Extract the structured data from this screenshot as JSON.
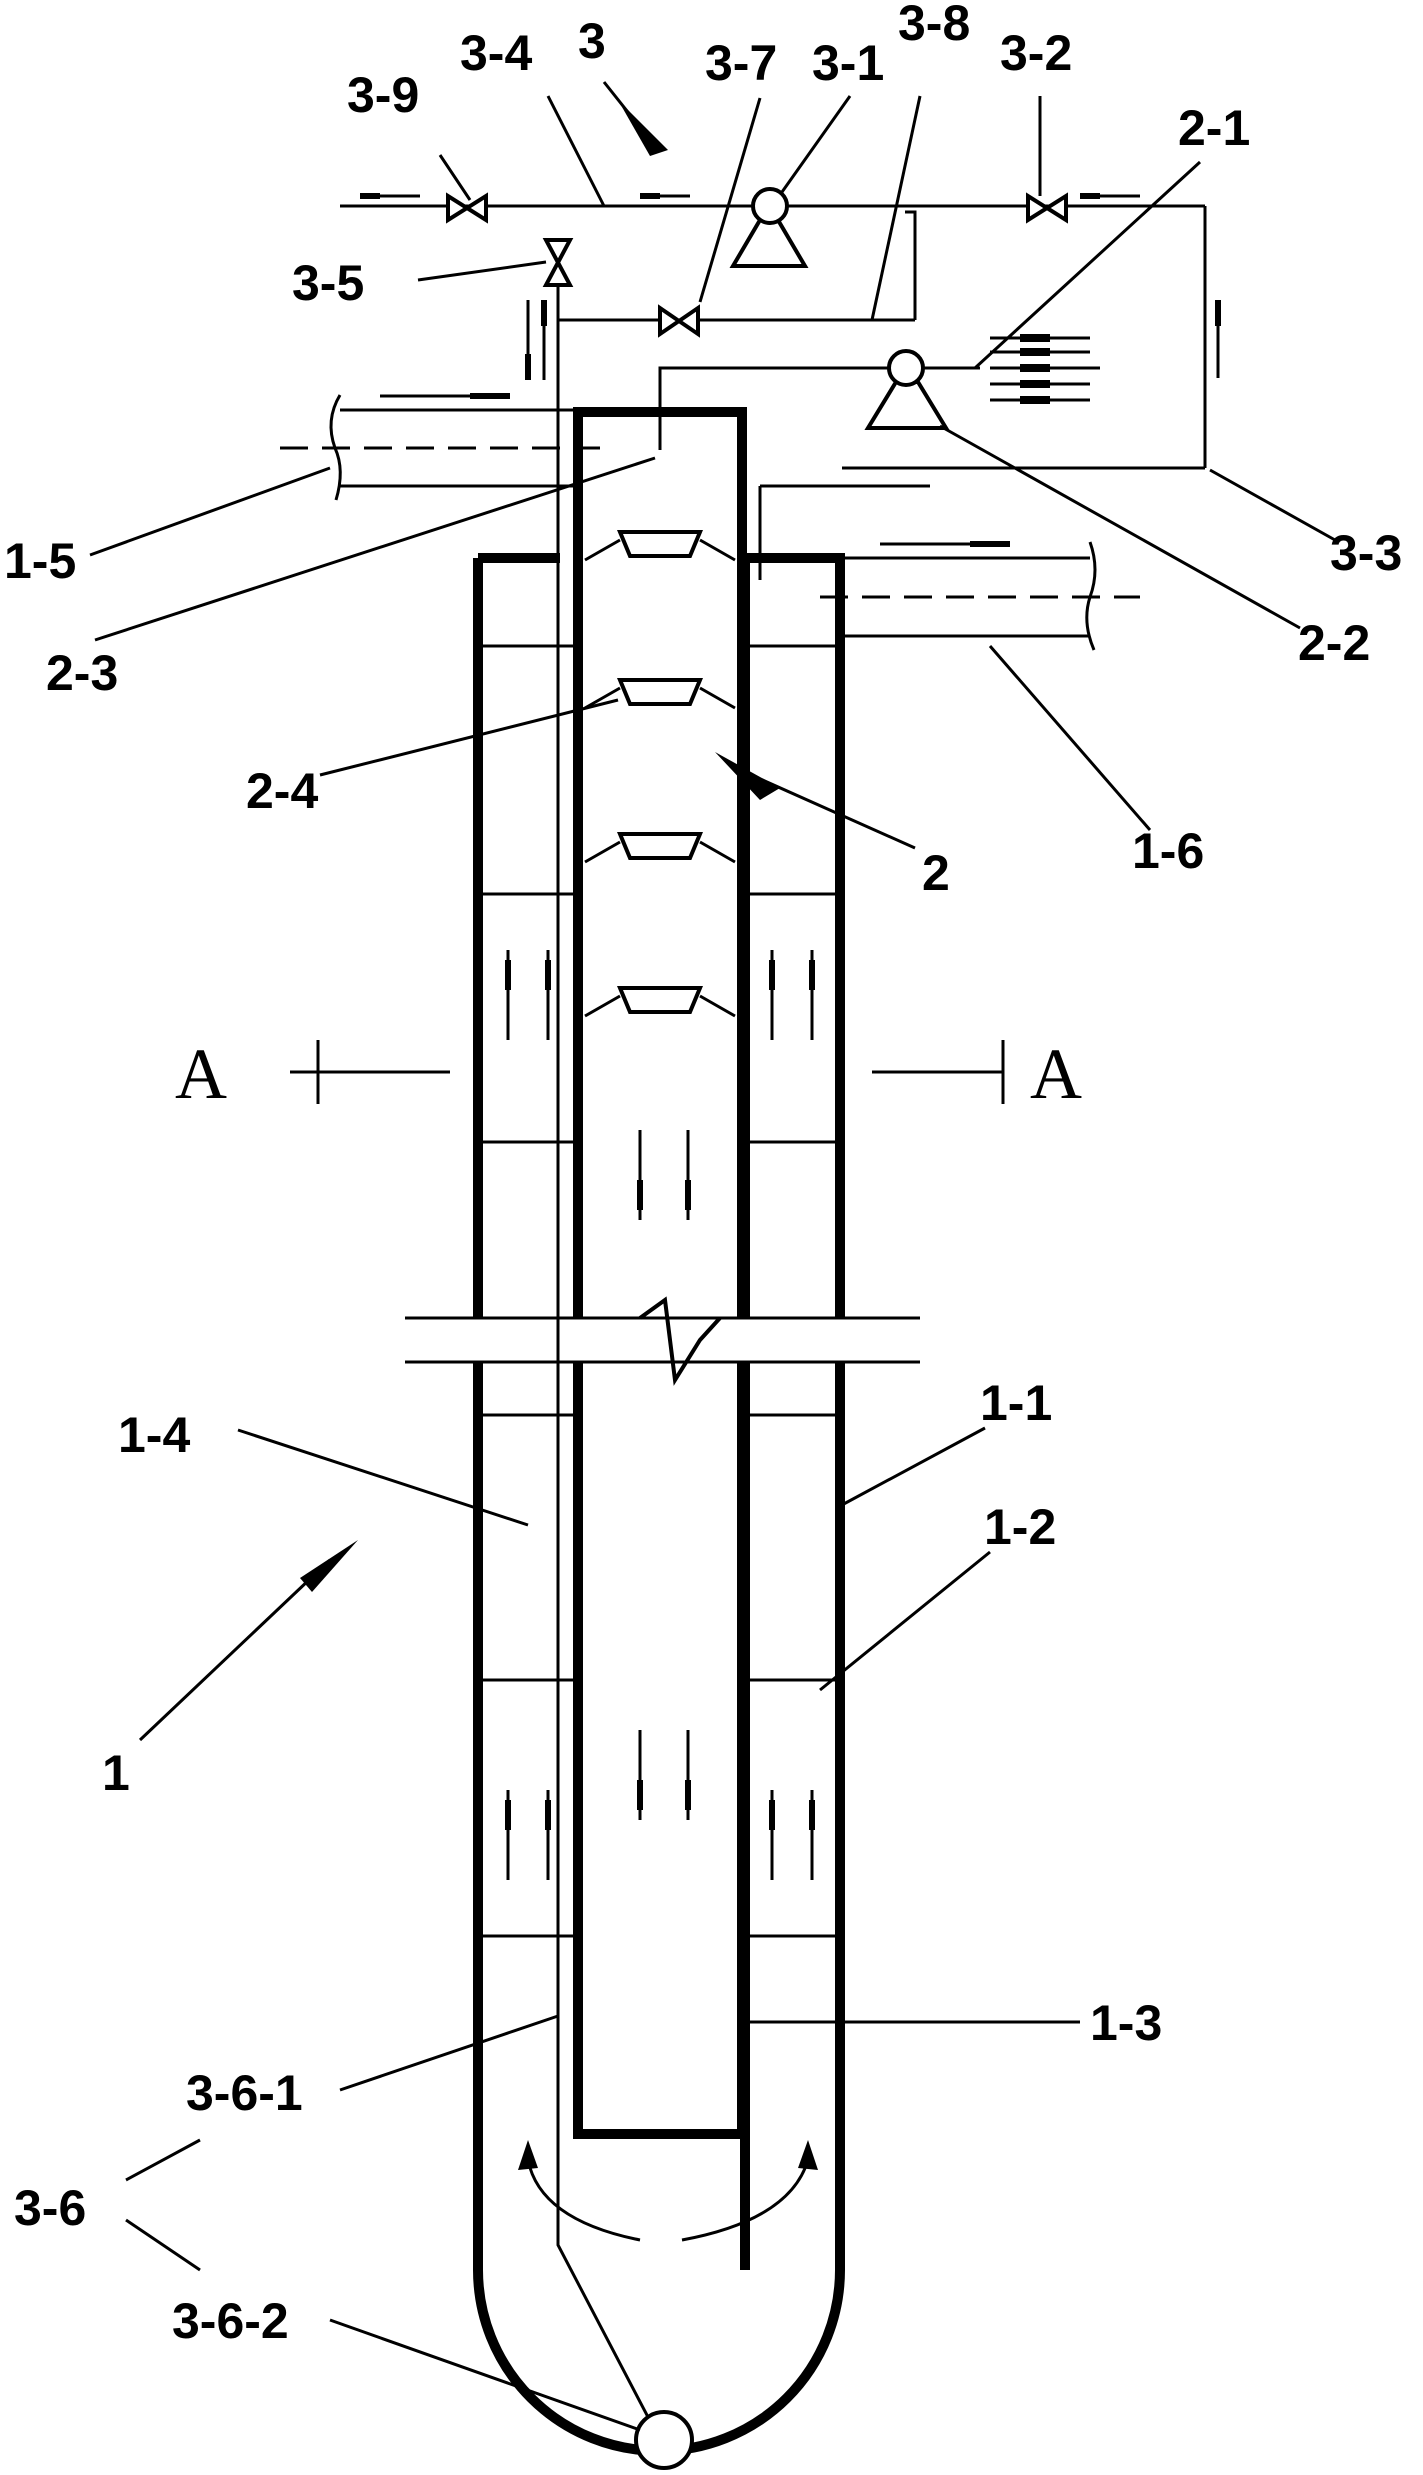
{
  "labels": {
    "l_3_9": "3-9",
    "l_3_4": "3-4",
    "l_3": "3",
    "l_3_7": "3-7",
    "l_3_1": "3-1",
    "l_3_8": "3-8",
    "l_3_2": "3-2",
    "l_2_1": "2-1",
    "l_3_5": "3-5",
    "l_1_5": "1-5",
    "l_3_3": "3-3",
    "l_2_2": "2-2",
    "l_2_3": "2-3",
    "l_2_4": "2-4",
    "l_2": "2",
    "l_1_6": "1-6",
    "l_1_1": "1-1",
    "l_1_4": "1-4",
    "l_1_2": "1-2",
    "l_1": "1",
    "l_1_3": "1-3",
    "l_3_6_1": "3-6-1",
    "l_3_6": "3-6",
    "l_3_6_2": "3-6-2"
  },
  "section_marks": {
    "left": "A",
    "right": "A"
  }
}
